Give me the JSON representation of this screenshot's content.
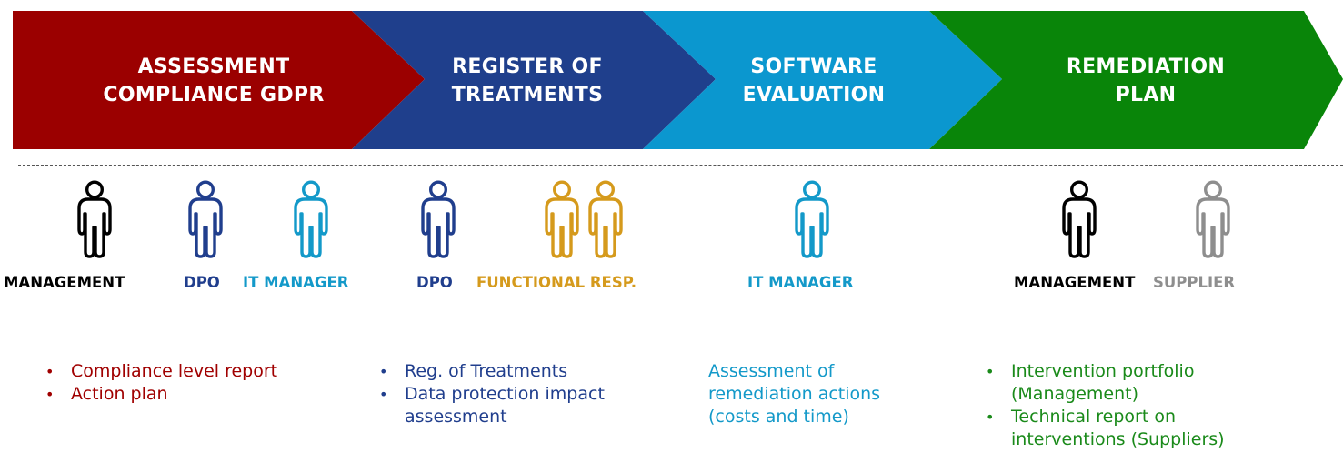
{
  "colors": {
    "assessment": "#9b0000",
    "register": "#1f3f8c",
    "software": "#0b97cf",
    "remediation": "#098509",
    "management": "#000000",
    "dpo": "#203e8d",
    "it_manager": "#1399c9",
    "functional": "#d59a1c",
    "supplier": "#8e8e8e",
    "out_assessment": "#a00000",
    "out_register": "#203e8d",
    "out_software": "#1399c9",
    "out_remediation": "#1a8a1a"
  },
  "phases": [
    {
      "line1": "ASSESSMENT",
      "line2": "COMPLIANCE GDPR"
    },
    {
      "line1": "REGISTER OF",
      "line2": "TREATMENTS"
    },
    {
      "line1": "SOFTWARE",
      "line2": "EVALUATION"
    },
    {
      "line1": "REMEDIATION",
      "line2": "PLAN"
    }
  ],
  "roles": {
    "management_1": "MANAGEMENT",
    "dpo_1": "DPO",
    "it_manager_1": "IT MANAGER",
    "dpo_2": "DPO",
    "functional": "FUNCTIONAL RESP.",
    "it_manager_2": "IT MANAGER",
    "management_2": "MANAGEMENT",
    "supplier": "SUPPLIER"
  },
  "person_icons": [
    "person-icon"
  ],
  "outputs": {
    "assessment": [
      "Compliance level report",
      "Action plan"
    ],
    "register": [
      "Reg. of Treatments",
      "Data protection impact",
      "assessment"
    ],
    "software": [
      "Assessment of",
      "remediation actions",
      "(costs and time)"
    ],
    "remediation": [
      "Intervention portfolio",
      "(Management)",
      "Technical report on",
      "interventions (Suppliers)"
    ]
  }
}
